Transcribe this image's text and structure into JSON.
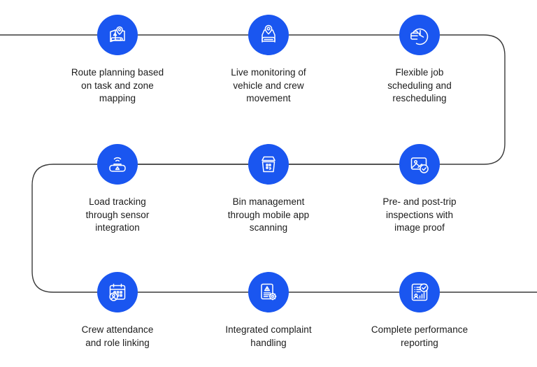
{
  "diagram": {
    "type": "serpentine-process-flow",
    "rows": 3,
    "columns": 3,
    "accent_color": "#1a56f0",
    "line_color": "#3a3a3a",
    "background_color": "#ffffff",
    "text_color": "#1b1b1b"
  },
  "steps": [
    {
      "id": "route-planning",
      "icon": "map-location-pin-icon",
      "label": "Route planning based\non task and zone\nmapping",
      "row": 1,
      "column": 1
    },
    {
      "id": "live-monitoring",
      "icon": "vehicle-tracking-pin-icon",
      "label": "Live monitoring of\nvehicle and crew\nmovement",
      "row": 1,
      "column": 2
    },
    {
      "id": "flexible-scheduling",
      "icon": "clock-briefcase-icon",
      "label": "Flexible job\nscheduling and\nrescheduling",
      "row": 1,
      "column": 3
    },
    {
      "id": "load-tracking",
      "icon": "sensor-signal-truck-icon",
      "label": "Load tracking\nthrough sensor\nintegration",
      "row": 2,
      "column": 1
    },
    {
      "id": "bin-management",
      "icon": "bin-qr-scan-icon",
      "label": "Bin management\nthrough mobile app\nscanning",
      "row": 2,
      "column": 2
    },
    {
      "id": "trip-inspections",
      "icon": "image-check-icon",
      "label": "Pre- and post-trip\ninspections with\nimage proof",
      "row": 2,
      "column": 3
    },
    {
      "id": "crew-attendance",
      "icon": "calendar-person-icon",
      "label": "Crew attendance\nand role linking",
      "row": 3,
      "column": 1
    },
    {
      "id": "complaint-handling",
      "icon": "document-alert-gear-icon",
      "label": "Integrated complaint\nhandling",
      "row": 3,
      "column": 2
    },
    {
      "id": "performance-reporting",
      "icon": "report-chart-check-icon",
      "label": "Complete performance\nreporting",
      "row": 3,
      "column": 3
    }
  ]
}
